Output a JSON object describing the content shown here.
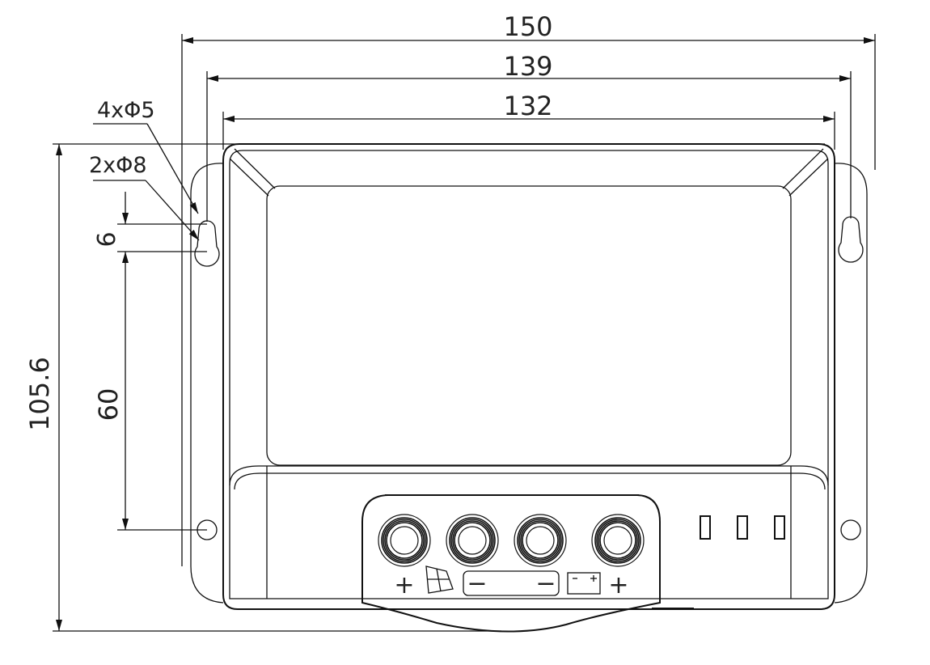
{
  "dimensions": {
    "overall_width": "150",
    "hole_spacing_width": "139",
    "body_width": "132",
    "mount_holes": "4xΦ5",
    "keyholes": "2xΦ8",
    "keyhole_offset": "6",
    "hole_vertical_spacing": "60",
    "overall_height": "105.6"
  },
  "terminals": [
    {
      "symbol": "+",
      "group": "solar"
    },
    {
      "symbol": "−",
      "group": "solar"
    },
    {
      "symbol": "−",
      "group": "battery"
    },
    {
      "symbol": "+",
      "group": "battery"
    }
  ]
}
